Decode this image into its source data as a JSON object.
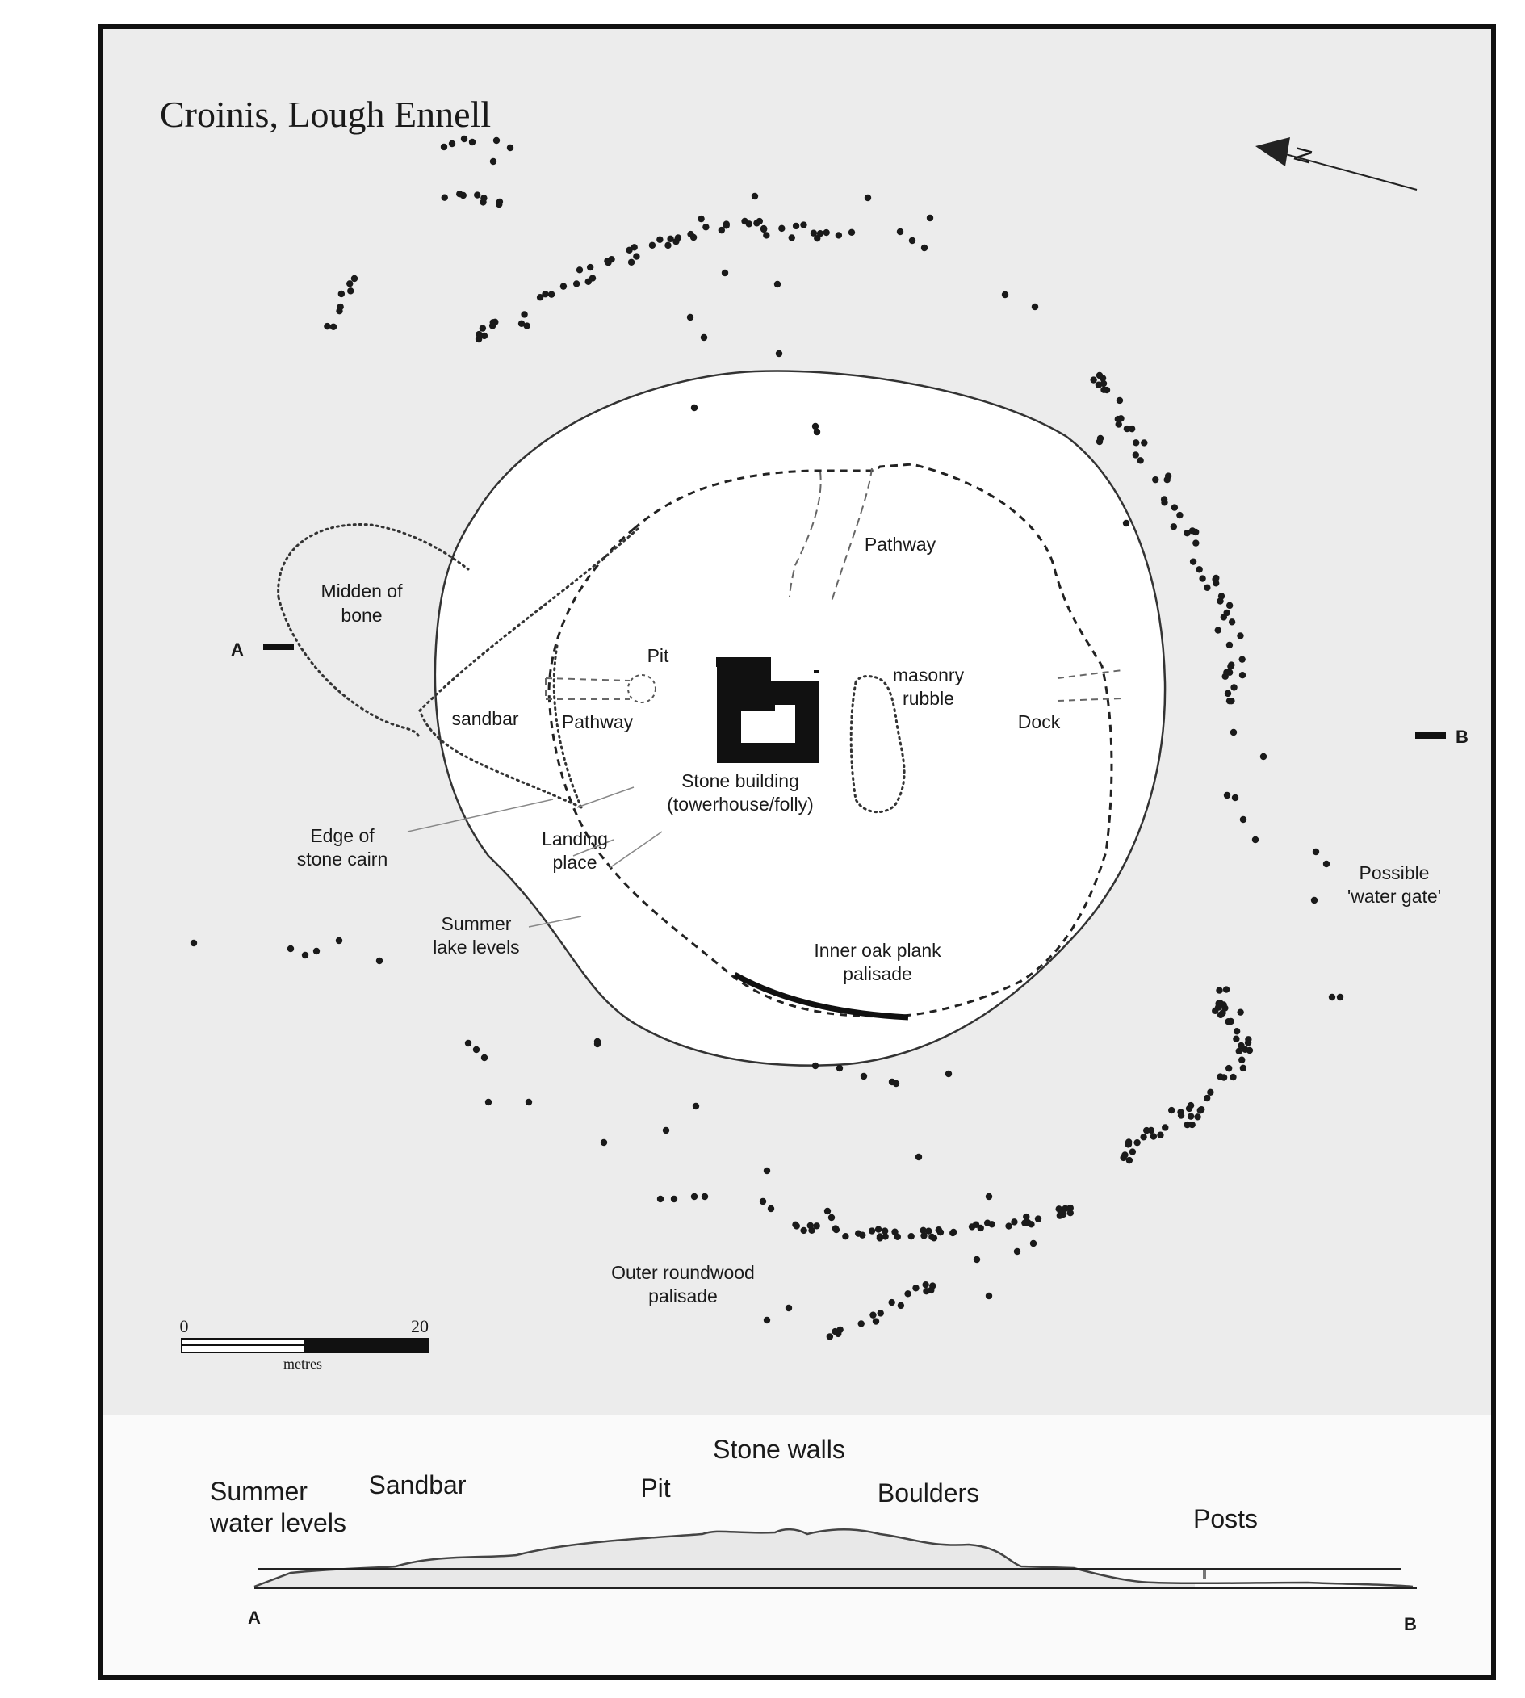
{
  "title": "Croinis, Lough Ennell",
  "north_label": "N",
  "section_markers": {
    "a": "A",
    "b": "B"
  },
  "plan_labels": {
    "midden": [
      "Midden of",
      "bone"
    ],
    "sandbar": "sandbar",
    "pathway_west": "Pathway",
    "pit": "Pit",
    "pathway_north": "Pathway",
    "masonry": [
      "masonry",
      "rubble"
    ],
    "dock": "Dock",
    "stone_building": [
      "Stone building",
      "(towerhouse/folly)"
    ],
    "edge_cairn": [
      "Edge of",
      "stone cairn"
    ],
    "landing": [
      "Landing",
      "place"
    ],
    "summer_lake": [
      "Summer",
      "lake levels"
    ],
    "inner_palisade": [
      "Inner oak plank",
      "palisade"
    ],
    "water_gate": [
      "Possible",
      "'water gate'"
    ],
    "outer_palisade": [
      "Outer roundwood",
      "palisade"
    ]
  },
  "scale_bar": {
    "min_label": "0",
    "max_label": "20",
    "unit": "metres"
  },
  "profile_labels": {
    "stone_walls": "Stone walls",
    "summer_water": [
      "Summer",
      "water levels"
    ],
    "sandbar": "Sandbar",
    "pit": "Pit",
    "boulders": "Boulders",
    "posts": "Posts"
  }
}
